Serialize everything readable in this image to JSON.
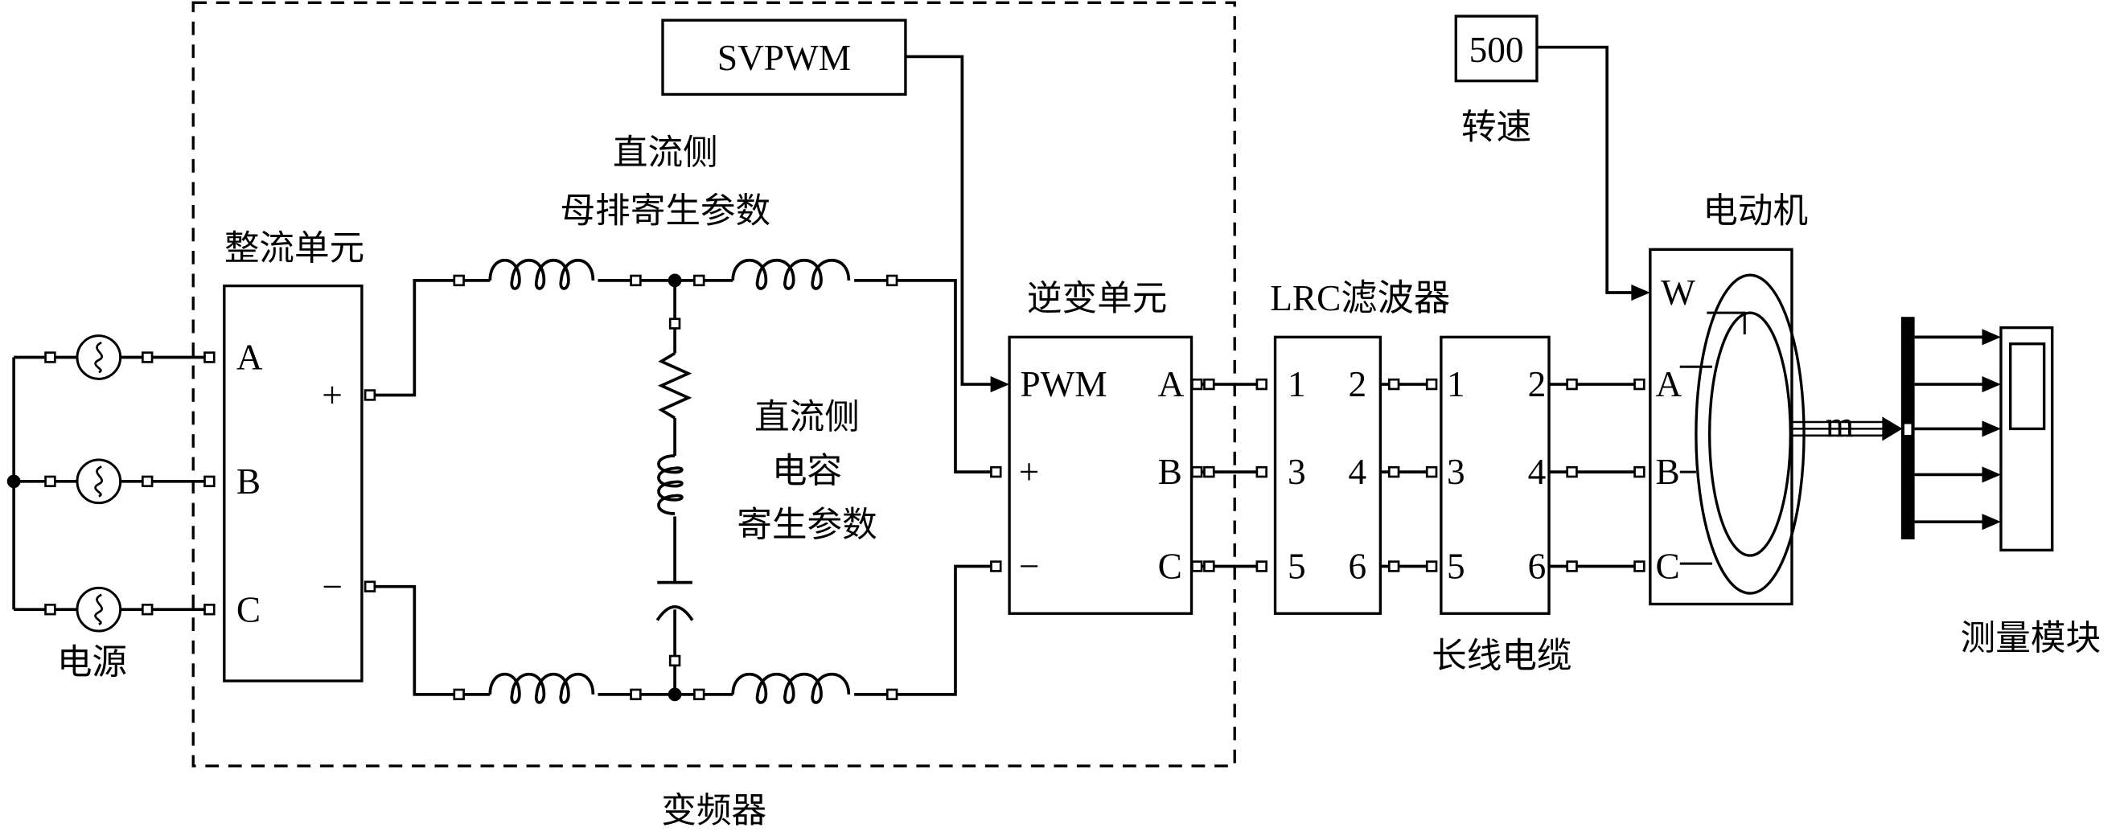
{
  "labels": {
    "converter": "变频器",
    "svpwm": "SVPWM",
    "speed_value": "500",
    "speed": "转速",
    "rectifier": "整流单元",
    "source": "电源",
    "dc_bus_line1": "直流侧",
    "dc_bus_line2": "母排寄生参数",
    "dc_cap_line1": "直流侧",
    "dc_cap_line2": "电容",
    "dc_cap_line3": "寄生参数",
    "inverter": "逆变单元",
    "filter": "LRC滤波器",
    "cable": "长线电缆",
    "motor": "电动机",
    "measurement": "测量模块"
  },
  "rectifier_ports": {
    "a": "A",
    "b": "B",
    "c": "C",
    "plus": "+",
    "minus": "−"
  },
  "inverter_ports": {
    "pwm": "PWM",
    "a": "A",
    "b": "B",
    "c": "C",
    "plus": "+",
    "minus": "−"
  },
  "filter_ports": [
    "1",
    "2",
    "3",
    "4",
    "5",
    "6"
  ],
  "cable_ports": [
    "1",
    "2",
    "3",
    "4",
    "5",
    "6"
  ],
  "motor_ports": {
    "w": "W",
    "a": "A",
    "b": "B",
    "c": "C",
    "m": "m"
  }
}
